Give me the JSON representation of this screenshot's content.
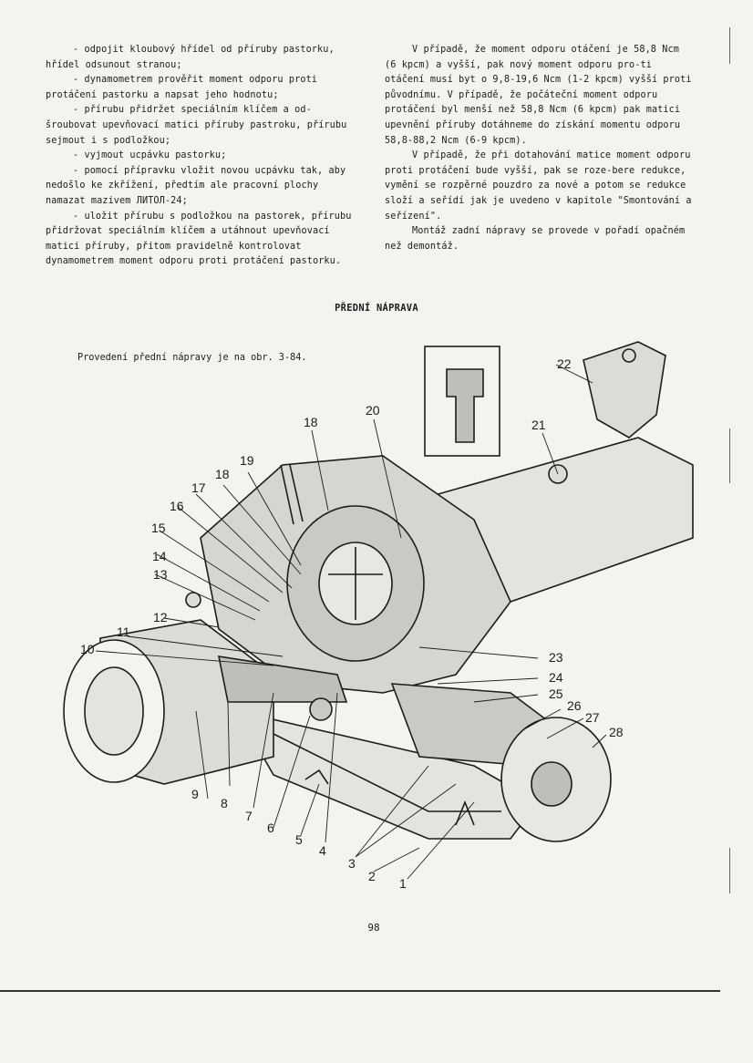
{
  "left_column": [
    "- odpojit kloubový hřídel od příruby pastorku, hřídel odsunout stranou;",
    "- dynamometrem prověřit moment odporu proti protáčení pastorku a napsat jeho hodnotu;",
    "- přírubu přidržet speciálním klíčem a od-šroubovat upevňovací matici příruby pastroku, přírubu sejmout i s podložkou;",
    "- vyjmout ucpávku pastorku;",
    "- pomocí přípravku vložit novou ucpávku tak, aby nedošlo ke zkřížení, předtím ale pracovní plochy namazat mazivem ЛИТОЛ-24;",
    "- uložit přírubu s podložkou na pastorek, přírubu přidržovat speciálním klíčem a utáhnout upevňovací matici příruby, přitom pravidelně kontrolovat dynamometrem moment odporu proti protáčení pastorku."
  ],
  "right_column": [
    "V případě, že moment odporu otáčení je 58,8 Ncm (6 kpcm) a vyšší, pak nový moment odporu pro-ti otáčení musí byt o 9,8-19,6 Ncm (1-2 kpcm) vyšší proti původnímu. V případě, že počáteční moment odporu protáčení byl menší než 58,8 Ncm (6 kpcm) pak matici upevnění příruby dotáhneme do získání momentu odporu 58,8-88,2 Ncm (6-9 kpcm).",
    "V případě, že při dotahování matice moment odporu proti protáčení bude vyšší, pak se roze-bere redukce, vymění se rozpěrné pouzdro za nové a potom se redukce složí a seřídí jak je uvedeno v kapitole \"Smontování a seřízení\".",
    "Montáž zadní nápravy se provede v pořadí opačném než demontáž."
  ],
  "section_title": "PŘEDNÍ NÁPRAVA",
  "intro_text": "Provedení přední nápravy je na obr. 3-84.",
  "figure": {
    "callouts": [
      "1",
      "2",
      "3",
      "4",
      "5",
      "6",
      "7",
      "8",
      "9",
      "10",
      "11",
      "12",
      "13",
      "14",
      "15",
      "16",
      "17",
      "18",
      "18",
      "19",
      "20",
      "21",
      "22",
      "23",
      "24",
      "25",
      "26",
      "27",
      "28"
    ]
  },
  "page_number": "98"
}
